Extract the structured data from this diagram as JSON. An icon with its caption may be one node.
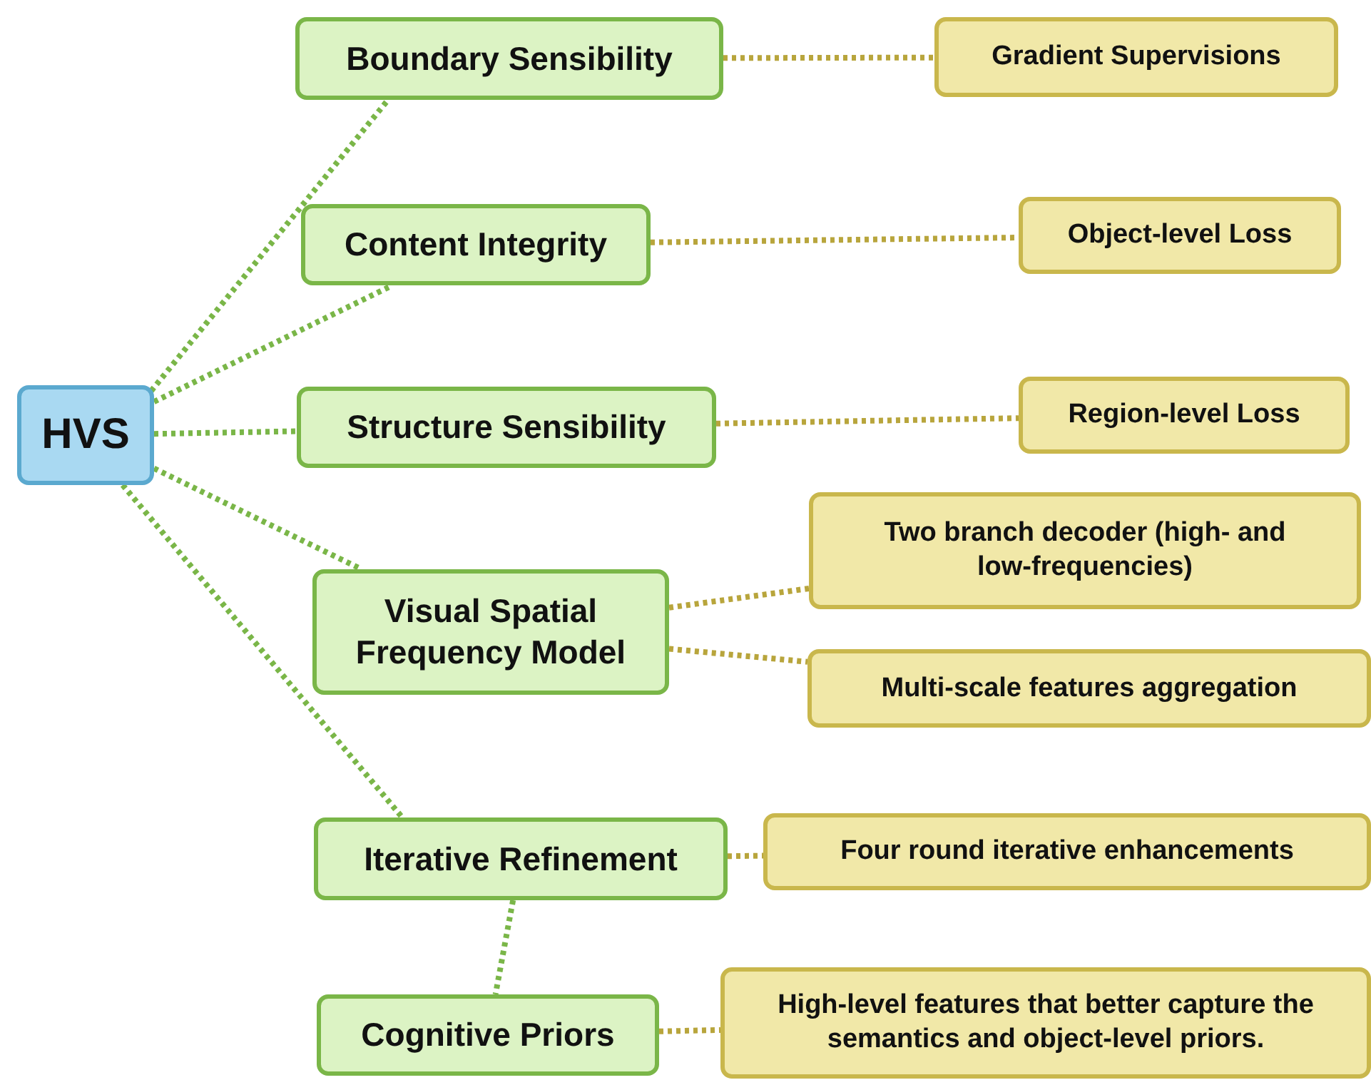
{
  "diagram": {
    "nodes": [
      {
        "text": [
          "HVS"
        ]
      },
      {
        "text": [
          "Boundary Sensibility"
        ]
      },
      {
        "text": [
          "Gradient Supervisions"
        ]
      },
      {
        "text": [
          "Content Integrity"
        ]
      },
      {
        "text": [
          "Object-level Loss"
        ]
      },
      {
        "text": [
          "Structure Sensibility"
        ]
      },
      {
        "text": [
          "Region-level Loss"
        ]
      },
      {
        "text": [
          "Visual Spatial Frequency Model"
        ]
      },
      {
        "text": [
          "Two branch decoder (high- and low-frequencies)"
        ]
      },
      {
        "text": [
          "Multi-scale features aggregation"
        ]
      },
      {
        "text": [
          "Iterative Refinement"
        ]
      },
      {
        "text": [
          "Four round iterative enhancements"
        ]
      },
      {
        "text": [
          "Cognitive Priors"
        ]
      },
      {
        "text": [
          "High-level features that better capture the semantics and object-level priors."
        ]
      }
    ],
    "edges": [
      {
        "from": 0,
        "to": 1,
        "arrow": "none",
        "color": "#7ab648"
      },
      {
        "from": 0,
        "to": 3,
        "arrow": "none",
        "color": "#7ab648"
      },
      {
        "from": 0,
        "to": 5,
        "arrow": "none",
        "color": "#7ab648"
      },
      {
        "from": 0,
        "to": 7,
        "arrow": "none",
        "color": "#7ab648"
      },
      {
        "from": 0,
        "to": 10,
        "arrow": "none",
        "color": "#7ab648"
      },
      {
        "from": 10,
        "to": 12,
        "arrow": "none",
        "color": "#7ab648"
      },
      {
        "from": 1,
        "to": 2,
        "arrow": "none"
      },
      {
        "from": 3,
        "to": 4,
        "arrow": "none"
      },
      {
        "from": 5,
        "to": 6,
        "arrow": "none"
      },
      {
        "from": 7,
        "to": 8,
        "arrow": "none"
      },
      {
        "from": 7,
        "to": 9,
        "arrow": "none"
      },
      {
        "from": 10,
        "to": 11,
        "arrow": "none"
      },
      {
        "from": 12,
        "to": 13,
        "arrow": "none"
      }
    ]
  }
}
